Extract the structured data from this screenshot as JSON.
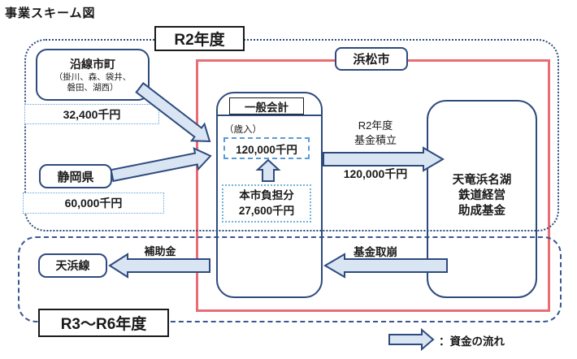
{
  "title": "事業スキーム図",
  "colors": {
    "navy_border": "#2e4b7e",
    "red_boundary": "#e96d74",
    "arrow_fill": "#d9e5f3",
    "dotted_blue": "#63a3d8",
    "dashed_blue": "#5b9bd5",
    "black_border": "#1a1a1a"
  },
  "regions": {
    "r2": {
      "label": "R2年度"
    },
    "r3_r6": {
      "label": "R3～R6年度"
    },
    "hamamatsu": {
      "label": "浜松市"
    }
  },
  "sources": {
    "municipalities": {
      "name": "沿線市町",
      "detail_line1": "（掛川、森、袋井、",
      "detail_line2": "磐田、湖西）",
      "amount": "32,400千円"
    },
    "prefecture": {
      "name": "静岡県",
      "amount": "60,000千円"
    }
  },
  "general_account": {
    "title": "一般会計",
    "revenue_label": "（歳入）",
    "revenue_amount": "120,000千円",
    "city_share_line1": "本市負担分",
    "city_share_line2": "27,600千円"
  },
  "fund": {
    "name_line1": "天竜浜名湖",
    "name_line2": "鉄道経営",
    "name_line3": "助成基金"
  },
  "flows": {
    "deposit_line1": "R2年度",
    "deposit_line2": "基金積立",
    "deposit_amount": "120,000千円",
    "withdrawal": "基金取崩",
    "subsidy": "補助金"
  },
  "railway": {
    "name": "天浜線"
  },
  "legend": {
    "caption": "：資金の流れ"
  }
}
